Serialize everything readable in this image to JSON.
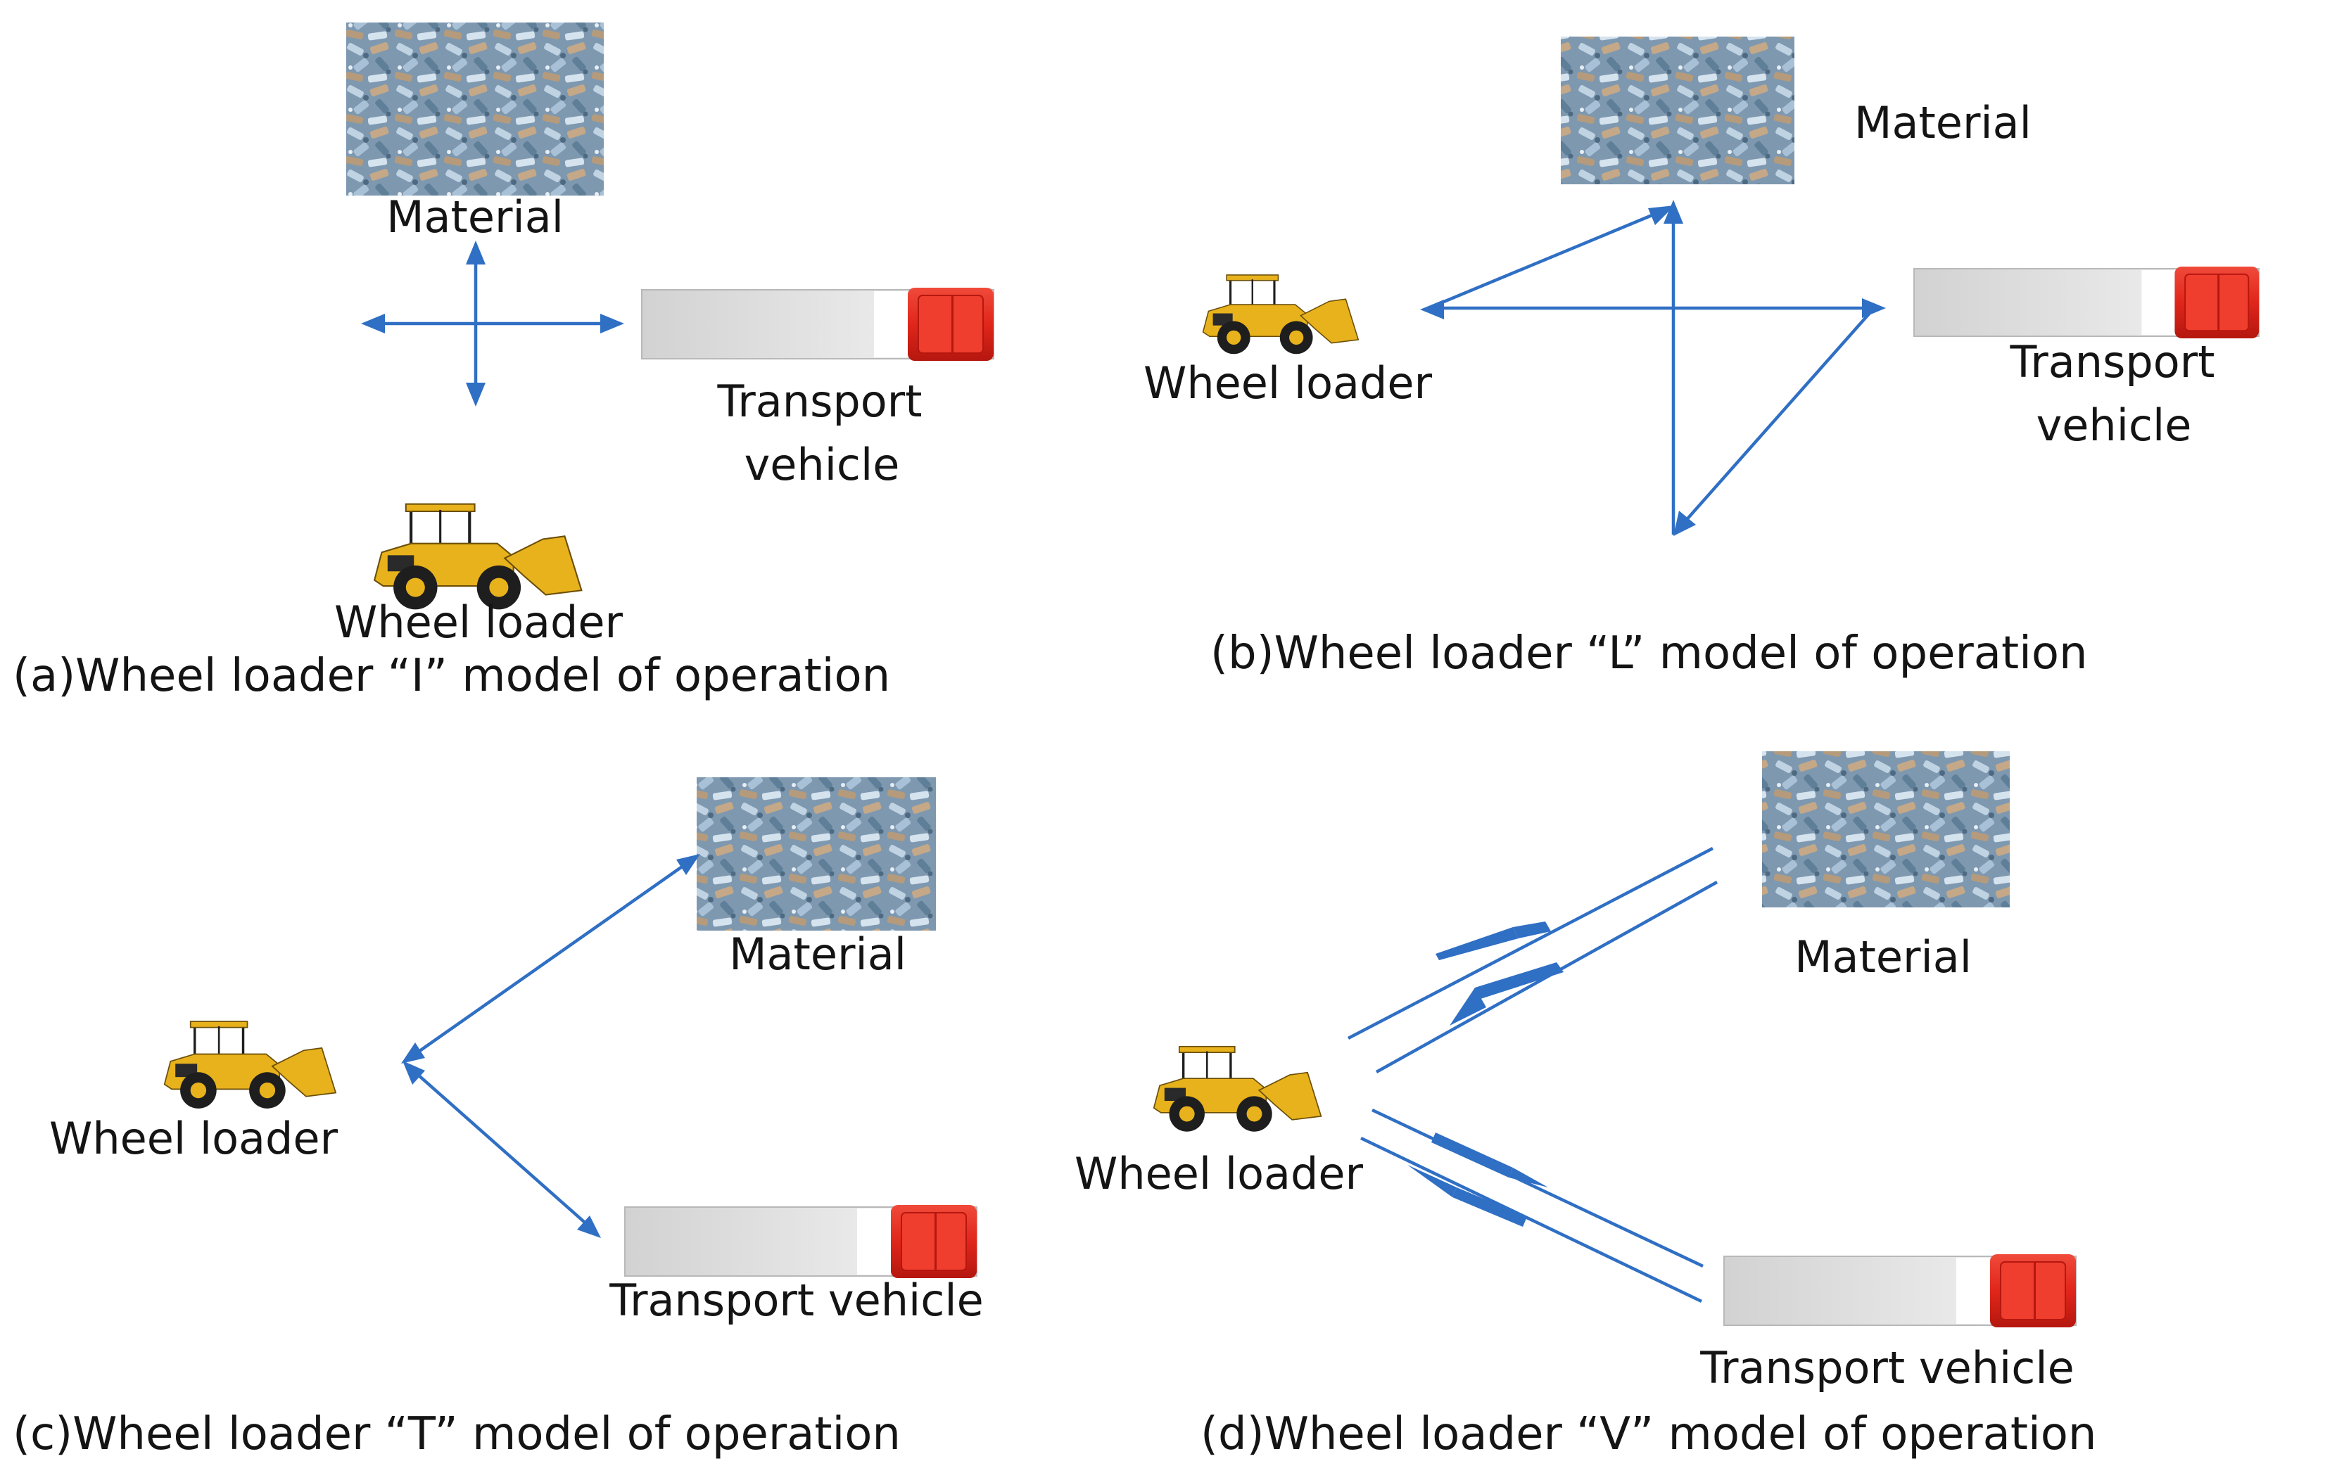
{
  "panels": {
    "a": {
      "caption": "(a)Wheel loader “I” model of operation",
      "material": "Material",
      "vehicle_line1": "Transport",
      "vehicle_line2": "vehicle",
      "loader": "Wheel loader"
    },
    "b": {
      "caption": "(b)Wheel loader “L” model of operation",
      "material": "Material",
      "vehicle_line1": "Transport",
      "vehicle_line2": "vehicle",
      "loader": "Wheel loader"
    },
    "c": {
      "caption": "(c)Wheel loader “T” model of operation",
      "material": "Material",
      "vehicle": "Transport vehicle",
      "loader": "Wheel loader"
    },
    "d": {
      "caption": "(d)Wheel loader “V” model of operation",
      "material": "Material",
      "vehicle": "Transport vehicle",
      "loader": "Wheel loader"
    }
  },
  "colors": {
    "arrow": "#2f6fc4",
    "truck_cab": "#e0261b",
    "loader_body": "#e8b21c",
    "material_pile": "#7e9cb6",
    "trailer": "#d4d4d4"
  },
  "icons": [
    "material-pile-image",
    "transport-vehicle-icon",
    "wheel-loader-icon"
  ]
}
